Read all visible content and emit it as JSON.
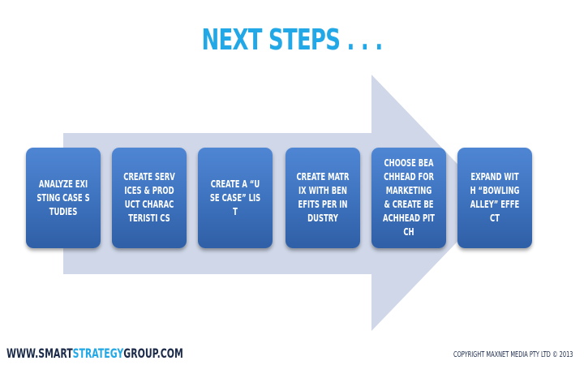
{
  "slide": {
    "title": "NEXT STEPS . . .",
    "steps": [
      {
        "label": "ANALYZE EXISTING CASE STUDIES"
      },
      {
        "label": "CREATE SERVICES & PRODUCT CHARACTERISTI CS"
      },
      {
        "label": "CREATE A “USE CASE” LIST"
      },
      {
        "label": "CREATE MATRIX WITH BENEFITS PER INDUSTRY"
      },
      {
        "label": "CHOOSE BEACHHEAD FOR MARKETING & CREATE BEACHHEAD PITCH"
      },
      {
        "label": "EXPAND WITH “BOWLING ALLEY” EFFECT"
      }
    ]
  },
  "footer": {
    "url_prefix": "WWW.SMART",
    "url_accent": "STRATEGY",
    "url_suffix": "GROUP.COM",
    "copyright": "COPYRIGHT MAXNET MEDIA PTY LTD © 2013"
  },
  "colors": {
    "title": "#22a8e6",
    "box": "#3f74c0",
    "arrow": "#cfd7e8",
    "footer_dark": "#1c2b4a"
  }
}
